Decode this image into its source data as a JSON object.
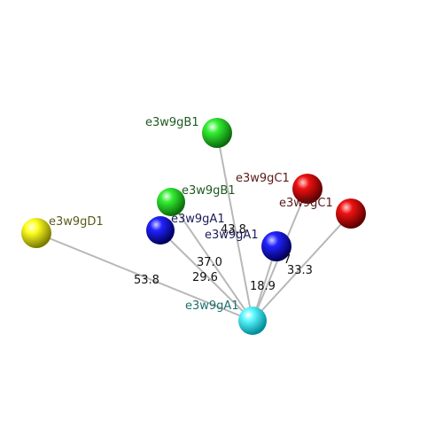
{
  "nodes": [
    {
      "id": "hub",
      "label": "e3w9gA1",
      "color": "#00e5ee",
      "label_color": "#1f6f6f"
    },
    {
      "id": "b1",
      "label": "e3w9gB1",
      "color": "#22cc22",
      "label_color": "#1f5a1f"
    },
    {
      "id": "c1a",
      "label": "e3w9gC1",
      "color": "#dd0000",
      "label_color": "#5a1a1a"
    },
    {
      "id": "c1b",
      "label": "e3w9gC1",
      "color": "#dd0000",
      "label_color": "#5a1a1a"
    },
    {
      "id": "b1b",
      "label": "e3w9gB1",
      "color": "#22cc22",
      "label_color": "#1f5a1f"
    },
    {
      "id": "a1a",
      "label": "e3w9gA1",
      "color": "#1111ee",
      "label_color": "#1a1a5a"
    },
    {
      "id": "a1b",
      "label": "e3w9gA1",
      "color": "#1111ee",
      "label_color": "#1a1a5a"
    },
    {
      "id": "d1",
      "label": "e3w9gD1",
      "color": "#eeee00",
      "label_color": "#5a5a1a"
    }
  ],
  "edges": [
    {
      "to": "b1",
      "label": "43.8"
    },
    {
      "to": "c1a",
      "label": "7"
    },
    {
      "to": "c1b",
      "label": "33.3"
    },
    {
      "to": "b1b",
      "label": "37.0"
    },
    {
      "to": "a1a",
      "label": "29.6"
    },
    {
      "to": "a1b",
      "label": "18.9"
    },
    {
      "to": "d1",
      "label": "53.8"
    }
  ]
}
